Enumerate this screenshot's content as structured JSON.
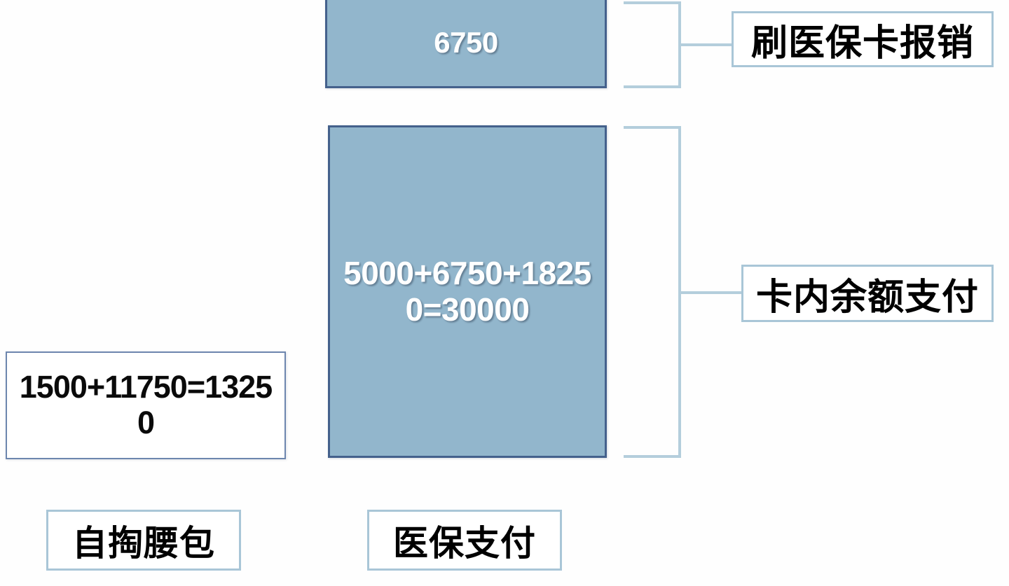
{
  "diagram": {
    "title_present": false,
    "colors": {
      "bar_fill": "#92b6cc",
      "bar_border": "#44618c",
      "bar_text": "#ffffff",
      "label_box_border": "#a9c6d7",
      "callout_box_border": "#6d86ae",
      "bracket_line": "#b4cedc",
      "background": "#ffffff"
    },
    "bars": [
      {
        "id": "reimburse",
        "value_label": "6750",
        "category": "刷医保卡报销"
      },
      {
        "id": "card_balance",
        "value_label": "5000+6750+18250=30000",
        "category": "卡内余额支付"
      }
    ],
    "callouts": [
      {
        "id": "out_of_pocket_amount",
        "value_label": "1500+11750=13250"
      }
    ],
    "side_labels": [
      {
        "id": "reimburse_label",
        "text": "刷医保卡报销"
      },
      {
        "id": "card_balance_label",
        "text": "卡内余额支付"
      }
    ],
    "bottom_labels": [
      {
        "id": "out_of_pocket_label",
        "text": "自掏腰包"
      },
      {
        "id": "insurance_pay_label",
        "text": "医保支付"
      }
    ]
  },
  "chart_data": {
    "type": "bar",
    "title": "",
    "xlabel": "",
    "ylabel": "",
    "categories": [
      "自掏腰包",
      "医保支付"
    ],
    "series": [
      {
        "name": "刷医保卡报销",
        "values": [
          null,
          6750
        ],
        "value_labels": [
          null,
          "6750"
        ]
      },
      {
        "name": "卡内余额支付",
        "values": [
          null,
          30000
        ],
        "value_labels": [
          null,
          "5000+6750+18250=30000"
        ],
        "components": [
          5000,
          6750,
          18250
        ],
        "total": 30000
      },
      {
        "name": "自掏腰包",
        "values": [
          13250,
          null
        ],
        "value_labels": [
          "1500+11750=13250",
          null
        ],
        "components": [
          1500,
          11750
        ],
        "total": 13250
      }
    ],
    "annotations": [
      "6750",
      "5000+6750+18250=30000",
      "1500+11750=13250"
    ],
    "grid": false,
    "legend_position": "right"
  }
}
